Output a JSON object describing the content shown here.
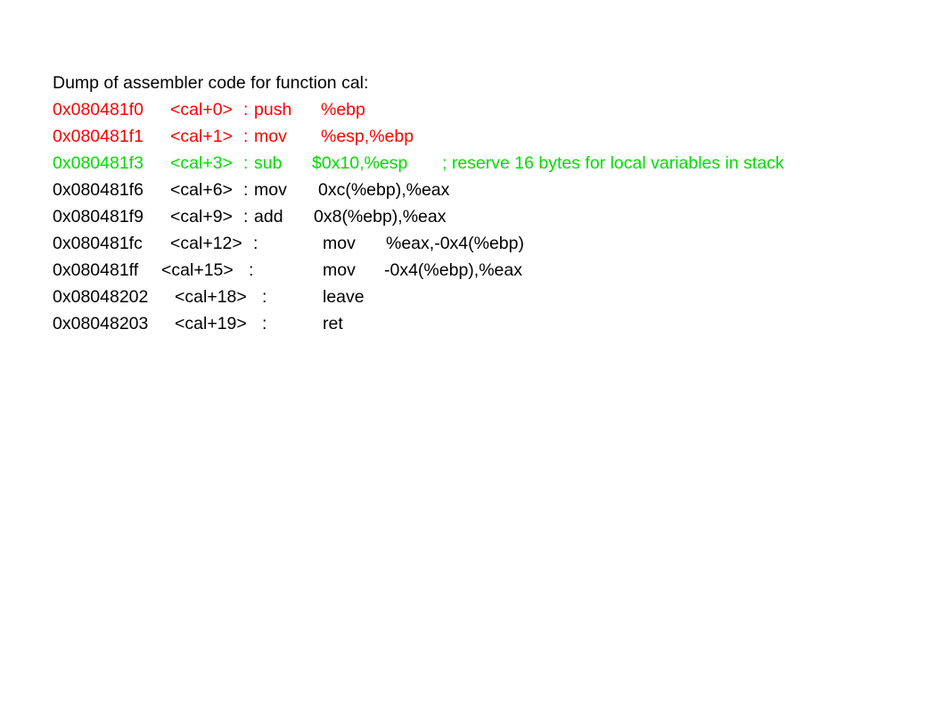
{
  "slide": {
    "heading": "Dump of assembler code for function cal:",
    "colors": {
      "red": "#ff0000",
      "green": "#00dd00",
      "black": "#000000"
    },
    "lines": [
      {
        "addr": "0x080481f0",
        "label": "<cal+0>",
        "sep": ":",
        "mnemonic": "push",
        "operands": "%ebp",
        "comment": "",
        "color": "red"
      },
      {
        "addr": "0x080481f1",
        "label": "<cal+1>",
        "sep": ":",
        "mnemonic": "mov",
        "operands": "%esp,%ebp",
        "comment": "",
        "color": "red"
      },
      {
        "addr": "0x080481f3",
        "label": "<cal+3>",
        "sep": ":",
        "mnemonic": "sub",
        "operands": "$0x10,%esp",
        "comment": "; reserve 16 bytes for local variables in stack",
        "color": "green"
      },
      {
        "addr": "0x080481f6",
        "label": "<cal+6>",
        "sep": ":",
        "mnemonic": "mov",
        "operands": "0xc(%ebp),%eax",
        "comment": "",
        "color": "black"
      },
      {
        "addr": "0x080481f9",
        "label": "<cal+9>",
        "sep": ":",
        "mnemonic": "add",
        "operands": "0x8(%ebp),%eax",
        "comment": "",
        "color": "black"
      },
      {
        "addr": "0x080481fc",
        "label": "<cal+12>",
        "sep": ":",
        "mnemonic": "mov",
        "operands": "%eax,-0x4(%ebp)",
        "comment": "",
        "color": "black"
      },
      {
        "addr": "0x080481ff",
        "label": "<cal+15>",
        "sep": ":",
        "mnemonic": "mov",
        "operands": "-0x4(%ebp),%eax",
        "comment": "",
        "color": "black"
      },
      {
        "addr": "0x08048202",
        "label": "<cal+18>",
        "sep": ":",
        "mnemonic": "leave",
        "operands": "",
        "comment": "",
        "color": "black"
      },
      {
        "addr": "0x08048203",
        "label": "<cal+19>",
        "sep": ":",
        "mnemonic": "ret",
        "operands": "",
        "comment": "",
        "color": "black"
      }
    ]
  }
}
